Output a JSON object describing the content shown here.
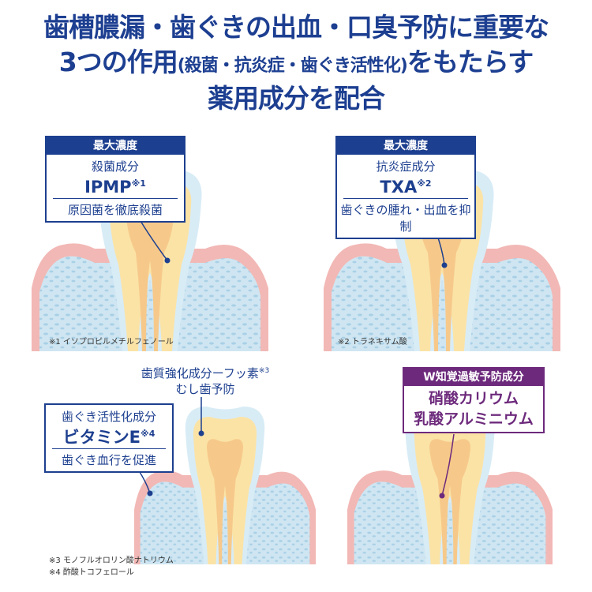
{
  "headline": {
    "line1": "歯槽膿漏・歯ぐきの出血・口臭予防に重要な",
    "line2_a": "3つの作用",
    "line2_b": "(殺菌・抗炎症・歯ぐき活性化)",
    "line2_c": "をもたらす",
    "line3": "薬用成分を配合"
  },
  "panels": [
    {
      "header": "最大濃度",
      "category": "殺菌成分",
      "ingredient": "IPMP",
      "mark": "※1",
      "effect": "原因菌を徹底殺菌",
      "footnote": "※1 イソプロピルメチルフェノール"
    },
    {
      "header": "最大濃度",
      "category": "抗炎症成分",
      "ingredient": "TXA",
      "mark": "※2",
      "effect": "歯ぐきの腫れ・出血を抑制",
      "footnote": "※2 トラネキサム酸"
    },
    {
      "fluoride": "歯質強化成分ーフッ素",
      "fluoride_mark": "※3",
      "fluoride_effect": "むし歯予防",
      "category": "歯ぐき活性化成分",
      "ingredient": "ビタミンE",
      "mark": "※4",
      "effect": "歯ぐき血行を促進",
      "footnote1": "※3 モノフルオロリン酸ナトリウム",
      "footnote2": "※4 酢酸トコフェロール"
    },
    {
      "header": "W知覚過敏予防成分",
      "ingredient1": "硝酸カリウム",
      "ingredient2": "乳酸アルミニウム"
    }
  ],
  "colors": {
    "navy": "#1d3f8f",
    "purple": "#6d2a7c",
    "gum": "#f2b8b5",
    "bone": "#cfe6f2",
    "enamel": "#d8ecf6",
    "dentin": "#fbe3a6",
    "pulp": "#f6c98a"
  }
}
